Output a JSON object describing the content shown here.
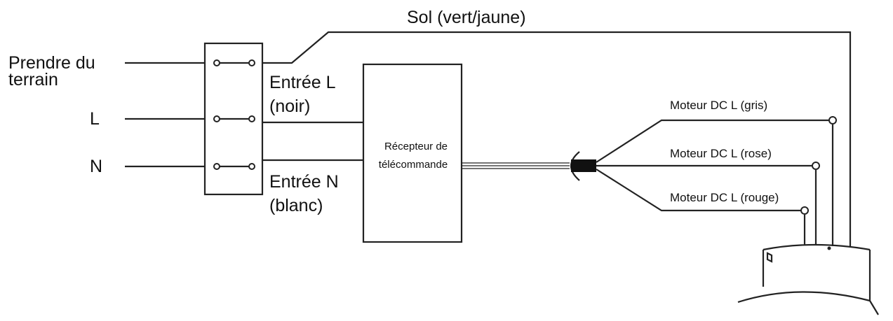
{
  "labels": {
    "ground_wire": "Sol (vert/jaune)",
    "input_ground_line1": "Prendre du",
    "input_ground_line2": "terrain",
    "input_l": "L",
    "input_n": "N",
    "entry_l_line1": "Entrée L",
    "entry_l_line2": "(noir)",
    "entry_n_line1": "Entrée N",
    "entry_n_line2": "(blanc)",
    "receiver_line1": "Récepteur de",
    "receiver_line2": "télécommande",
    "motor_gray": "Moteur DC L (gris)",
    "motor_pink": "Moteur DC L (rose)",
    "motor_red": "Moteur DC L (rouge)"
  },
  "colors": {
    "line": "#222222",
    "text": "#111111",
    "connector": "#111111",
    "background": "#ffffff"
  }
}
